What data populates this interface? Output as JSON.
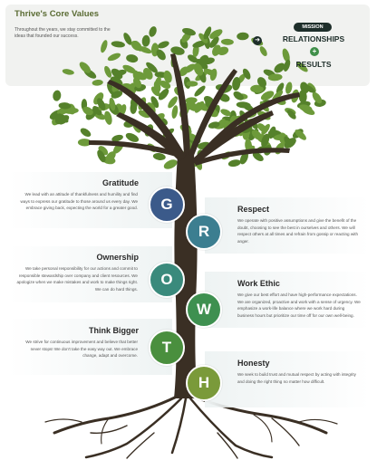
{
  "header": {
    "title": "Thrive's Core Values",
    "intro": "Throughout the years, we stay committed to the ideas that founded our success.",
    "arrow_icon": "arrow-right-icon",
    "mission_label": "MISSION",
    "relationships": "RELATIONSHIPS",
    "plus": "+",
    "results": "RESULTS"
  },
  "values": [
    {
      "letter": "G",
      "title": "Gratitude",
      "color": "#3b5a8a",
      "text": "We lead with an attitude of thankfulness and humility and find ways to express our gratitude to those around us every day. We embrace giving back, expecting the world for a greater good."
    },
    {
      "letter": "R",
      "title": "Respect",
      "color": "#3c7e90",
      "text": "We operate with positive assumptions and give the benefit of the doubt, choosing to see the best in ourselves and others. We will respect others at all times and refrain from gossip or reacting with anger."
    },
    {
      "letter": "O",
      "title": "Ownership",
      "color": "#3a8a7c",
      "text": "We take personal responsibility for our actions and commit to responsible stewardship over company and client resources. We apologize when we make mistakes and work to make things right. We can do hard things."
    },
    {
      "letter": "W",
      "title": "Work Ethic",
      "color": "#3e9050",
      "text": "We give our best effort and have high-performance expectations. We are organized, proactive and work with a sense of urgency. We emphasize a work-life balance where we work hard during business hours but prioritize our time off for our own well-being."
    },
    {
      "letter": "T",
      "title": "Think Bigger",
      "color": "#4a8f3e",
      "text": "We strive for continuous improvement and believe that better never stops! We don't take the easy way out. We embrace change, adapt and overcome."
    },
    {
      "letter": "H",
      "title": "Honesty",
      "color": "#7a9a3a",
      "text": "We seek to build trust and mutual respect by acting with integrity and doing the right thing no matter how difficult."
    }
  ],
  "colors": {
    "leaf": "#6d9a3a",
    "leaf_dark": "#55812b",
    "trunk": "#3a2f24",
    "accent": "#5a6b33"
  }
}
